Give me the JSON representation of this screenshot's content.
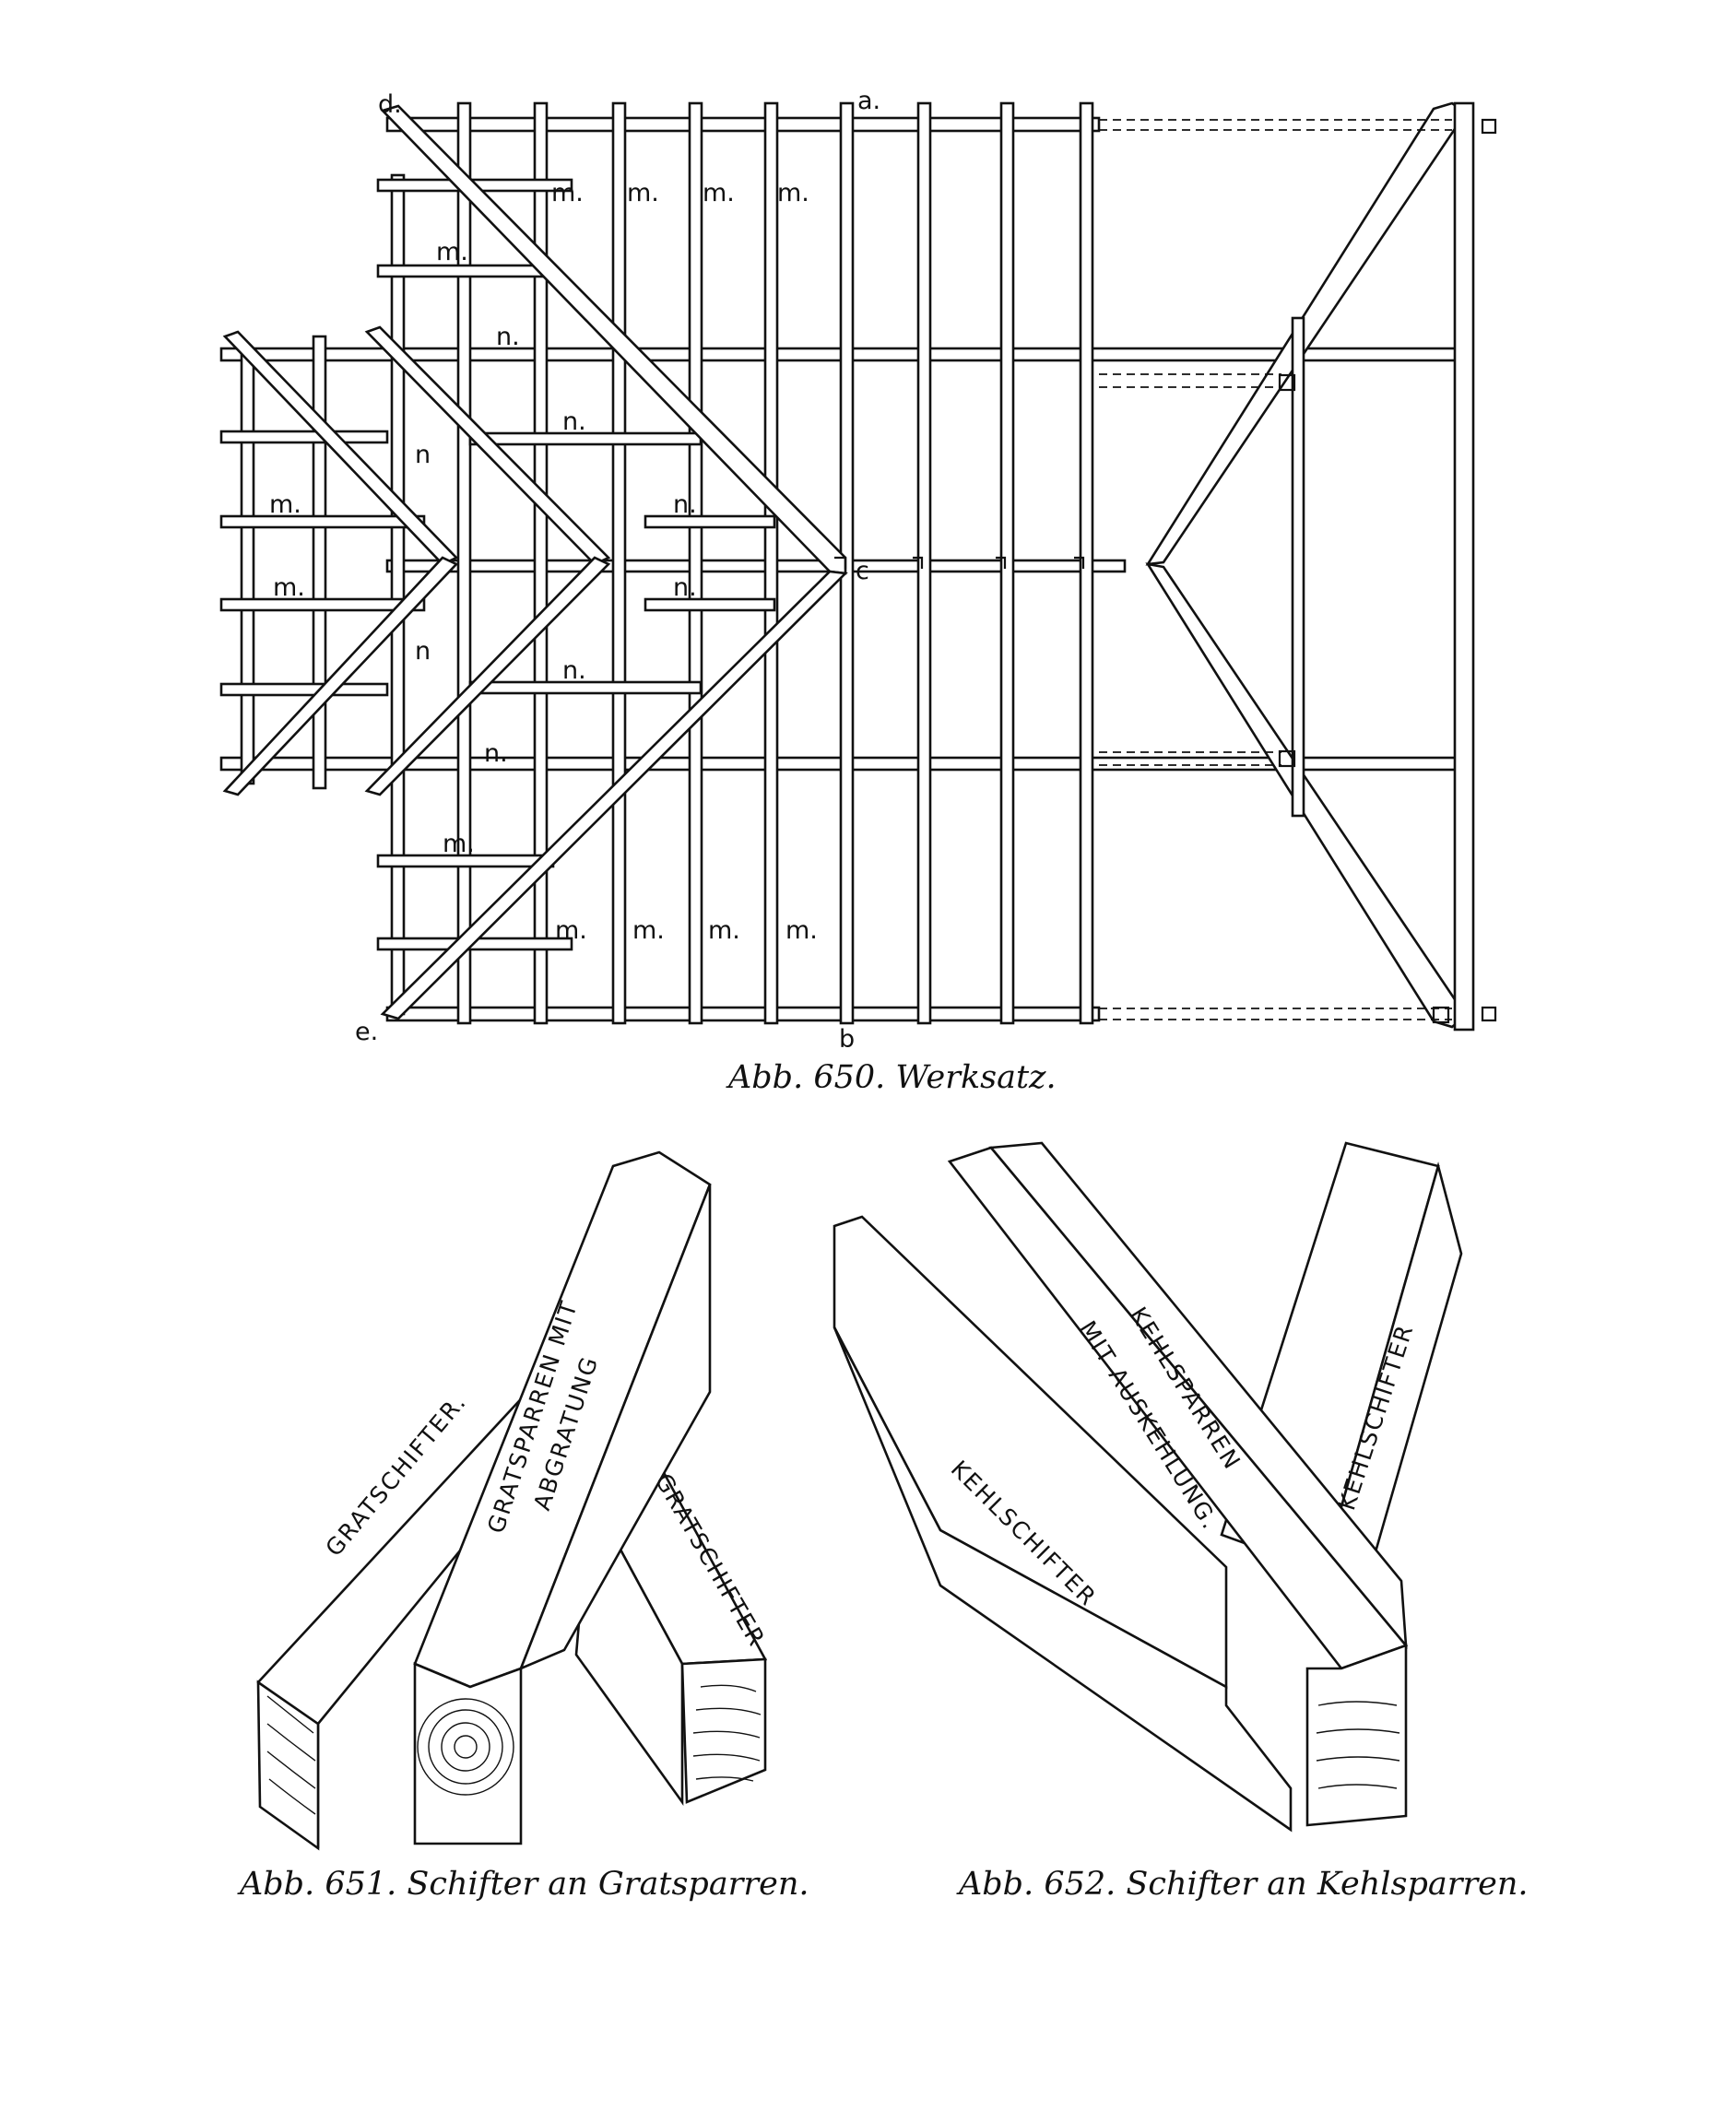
{
  "fig650": {
    "caption": "Abb. 650. Werksatz.",
    "points": {
      "a": "a.",
      "b": "b",
      "c": "c",
      "d": "d.",
      "e": "e."
    },
    "marks": {
      "m": "m.",
      "n": "n.",
      "n_alt": "n"
    }
  },
  "fig651": {
    "caption": "Abb. 651. Schifter an Gratsparren.",
    "label_left": "GRATSCHIFTER.",
    "label_center_1": "GRATSPARREN MIT",
    "label_center_2": "ABGRATUNG",
    "label_right": "GRATSCHIFTER"
  },
  "fig652": {
    "caption": "Abb. 652. Schifter an Kehlsparren.",
    "label_left": "KEHLSCHIFTER",
    "label_center_1": "KEHLSPARREN",
    "label_center_2": "MIT AUSKEHLUNG.",
    "label_right": "KEHLSCHIFTER"
  }
}
